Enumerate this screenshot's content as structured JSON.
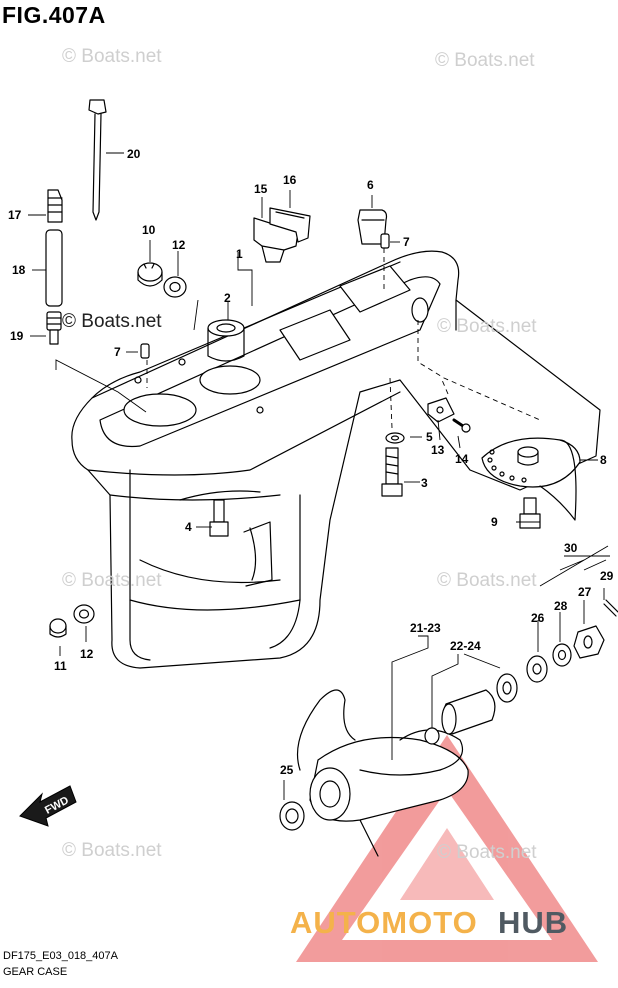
{
  "figure": {
    "title": "FIG.407A",
    "code": "DF175_E03_018_407A",
    "name": "GEAR CASE"
  },
  "watermark": {
    "text": "© Boats.net"
  },
  "branding": {
    "part_a": "AUTOMOTO",
    "part_b": "HUB",
    "colors": {
      "part_a": "#f4b24a",
      "part_b": "#505a62",
      "triangle": "#e84b4b"
    }
  },
  "direction_marker": {
    "label": "FWD"
  },
  "callouts": {
    "c1": "1",
    "c2": "2",
    "c3": "3",
    "c4": "4",
    "c5": "5",
    "c6": "6",
    "c7a": "7",
    "c7b": "7",
    "c8": "8",
    "c9": "9",
    "c10": "10",
    "c11": "11",
    "c12a": "12",
    "c12b": "12",
    "c13": "13",
    "c14": "14",
    "c15": "15",
    "c16": "16",
    "c17": "17",
    "c18": "18",
    "c19": "19",
    "c20": "20",
    "c2123": "21-23",
    "c2224": "22-24",
    "c25": "25",
    "c26": "26",
    "c27": "27",
    "c28": "28",
    "c29": "29",
    "c30": "30"
  }
}
